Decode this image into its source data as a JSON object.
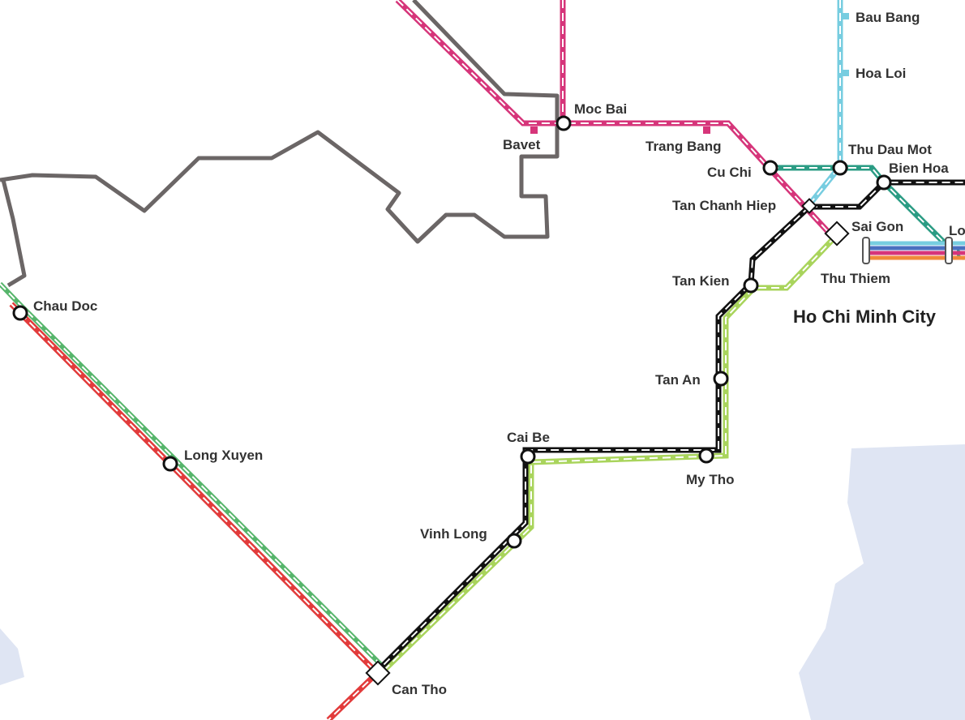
{
  "colors": {
    "background": "#ffffff",
    "water": "#dfe5f3",
    "border": "#6b6666",
    "magenta_line": "#d6357a",
    "black_line": "#111111",
    "light_green_line": "#a9d45c",
    "red_line": "#e23b3b",
    "green_line": "#56b56b",
    "teal_line": "#2b9c84",
    "cyan_line": "#77cde0",
    "blue_line": "#4a6fbf",
    "orange_line": "#f08a3a",
    "station_fill": "#ffffff",
    "station_stroke": "#111111"
  },
  "map": {
    "city_label": "Ho Chi Minh City",
    "stations": {
      "bau_bang": "Bau Bang",
      "hoa_loi": "Hoa Loi",
      "moc_bai": "Moc Bai",
      "bavet": "Bavet",
      "trang_bang": "Trang Bang",
      "thu_dau_mot": "Thu Dau Mot",
      "cu_chi": "Cu Chi",
      "bien_hoa": "Bien Hoa",
      "tan_chanh_hiep": "Tan Chanh Hiep",
      "sai_gon": "Sai Gon",
      "lo_partial": "Lo",
      "thu_thiem": "Thu Thiem",
      "tan_kien": "Tan Kien",
      "tan_an": "Tan An",
      "chau_doc": "Chau Doc",
      "cai_be": "Cai Be",
      "my_tho": "My Tho",
      "long_xuyen": "Long Xuyen",
      "vinh_long": "Vinh Long",
      "can_tho": "Can Tho"
    }
  }
}
